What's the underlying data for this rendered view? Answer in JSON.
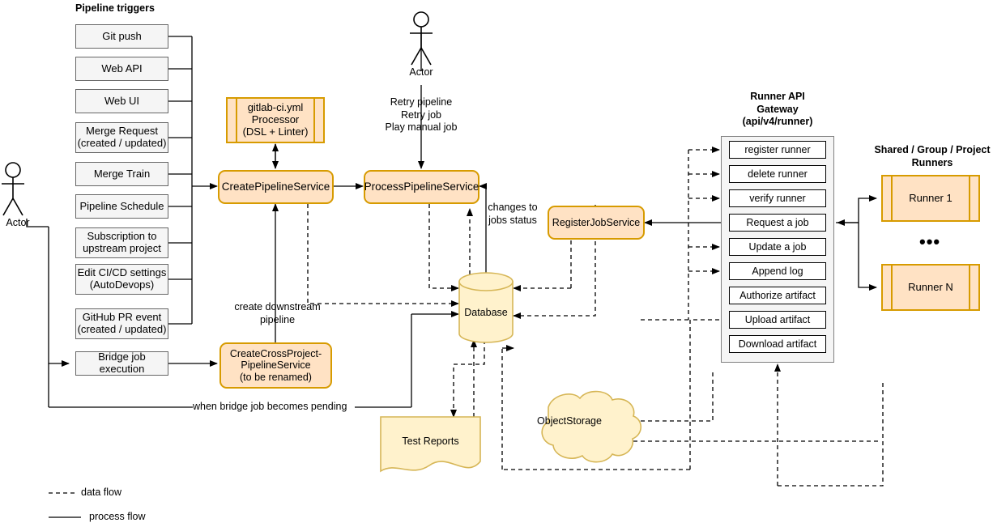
{
  "diagram": {
    "title": "GitLab CI pipeline architecture",
    "colors": {
      "service_fill": "#ffe2c4",
      "service_stroke": "#d79b00",
      "trigger_fill": "#f5f5f5",
      "trigger_stroke": "#666666",
      "store_fill": "#fff2cc",
      "store_stroke": "#d6b656",
      "panel_fill": "#f5f5f5",
      "panel_stroke": "#808080",
      "line": "#000000"
    }
  },
  "triggers": {
    "heading": "Pipeline triggers",
    "items": [
      {
        "label": "Git push"
      },
      {
        "label": "Web API"
      },
      {
        "label": "Web UI"
      },
      {
        "label": "Merge Request\n(created / updated)"
      },
      {
        "label": "Merge Train"
      },
      {
        "label": "Pipeline Schedule"
      },
      {
        "label": "Subscription to\nupstream project"
      },
      {
        "label": "Edit CI/CD settings\n(AutoDevops)"
      },
      {
        "label": "GitHub PR event\n(created / updated)"
      },
      {
        "label": "Bridge job execution"
      }
    ]
  },
  "actors": {
    "left": "Actor",
    "top": "Actor",
    "top_actions": "Retry pipeline\nRetry job\nPlay manual job"
  },
  "services": {
    "yml_processor": "gitlab-ci.yml\nProcessor\n(DSL + Linter)",
    "create_pipeline": "CreatePipelineService",
    "process_pipeline": "ProcessPipelineService",
    "cross_project": "CreateCrossProject-\nPipelineService\n(to be renamed)",
    "register_job": "RegisterJobService"
  },
  "stores": {
    "database": "Database",
    "test_reports": "Test Reports",
    "object_storage": "ObjectStorage"
  },
  "edge_labels": {
    "changes_to_jobs_status": "changes to\njobs status",
    "create_downstream_pipeline": "create downstream\npipeline",
    "bridge_pending": "when bridge job becomes pending"
  },
  "gateway": {
    "title": "Runner API\nGateway\n(api/v4/runner)",
    "endpoints": [
      {
        "label": "register runner"
      },
      {
        "label": "delete runner"
      },
      {
        "label": "verify runner"
      },
      {
        "label": "Request a job"
      },
      {
        "label": "Update a job"
      },
      {
        "label": "Append log"
      },
      {
        "label": "Authorize artifact"
      },
      {
        "label": "Upload artifact"
      },
      {
        "label": "Download artifact"
      }
    ]
  },
  "runners": {
    "title": "Shared / Group / Project\nRunners",
    "items": [
      {
        "label": "Runner 1"
      },
      {
        "label": "Runner N"
      }
    ],
    "ellipsis": "•••"
  },
  "legend": {
    "data_flow": "data flow",
    "process_flow": "process flow"
  }
}
